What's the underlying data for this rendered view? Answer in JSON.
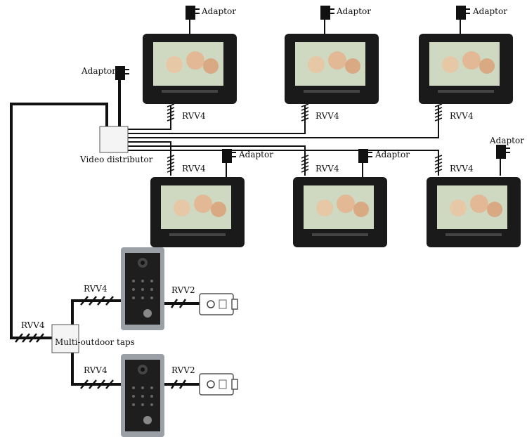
{
  "labels": {
    "adaptor": "Adaptor",
    "rvv4": "RVV4",
    "rvv2": "RVV2",
    "video_distributor": "Video distributor",
    "multi_outdoor_taps": "Multi-outdoor taps"
  },
  "colors": {
    "wire": "#111111",
    "monitor_frame": "#1a1a1a",
    "monitor_screen_bg": "#cfd8c0",
    "door_station_frame": "#9aa0a6",
    "door_station_panel": "#1e1e1e",
    "lock_body": "#ffffff"
  },
  "icons": {
    "adaptor": "power-adaptor-icon",
    "monitor": "indoor-monitor-icon",
    "door_station": "outdoor-door-station-icon",
    "lock": "electric-lock-icon"
  }
}
